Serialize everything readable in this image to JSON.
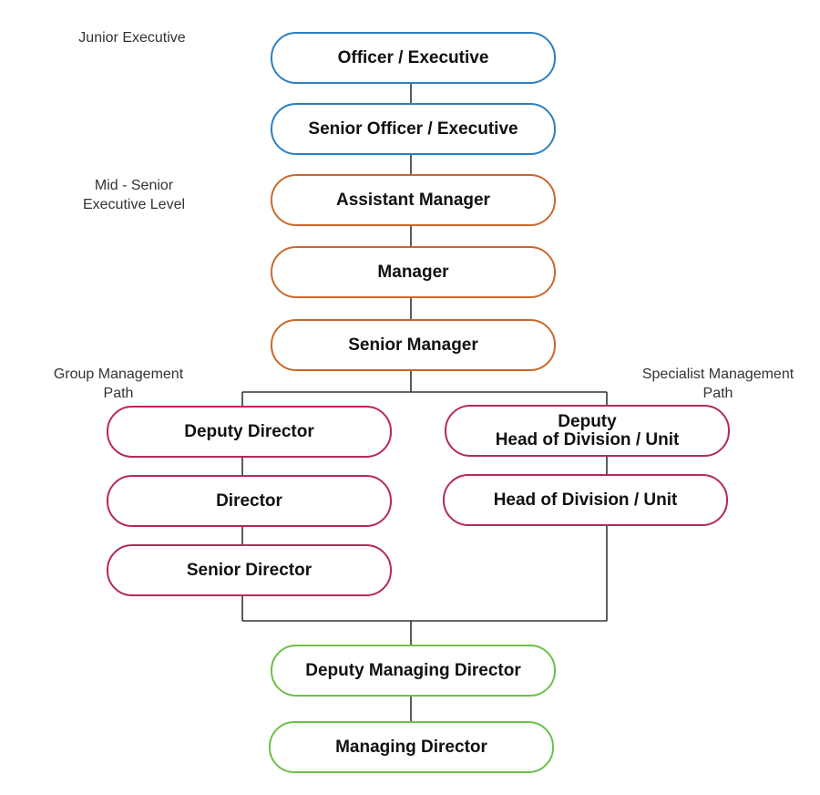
{
  "levels": {
    "junior": "Junior Executive",
    "mid_senior_line1": "Mid - Senior",
    "mid_senior_line2": "Executive Level",
    "group_path_line1": "Group Management",
    "group_path_line2": "Path",
    "specialist_path_line1": "Specialist Management",
    "specialist_path_line2": "Path"
  },
  "nodes": {
    "officer_executive": "Officer / Executive",
    "senior_officer_executive": "Senior Officer / Executive",
    "assistant_manager": "Assistant Manager",
    "manager": "Manager",
    "senior_manager": "Senior Manager",
    "deputy_director": "Deputy Director",
    "director": "Director",
    "senior_director": "Senior Director",
    "deputy_head_line1": "Deputy",
    "deputy_head_line2": "Head of Division / Unit",
    "head_of_division": "Head of Division / Unit",
    "deputy_managing_director": "Deputy Managing Director",
    "managing_director": "Managing Director"
  },
  "colors": {
    "junior": "#2e7fbf",
    "mid_senior": "#c9692d",
    "management_paths": "#b5285c",
    "top": "#6cc04a",
    "connector": "#333333"
  }
}
